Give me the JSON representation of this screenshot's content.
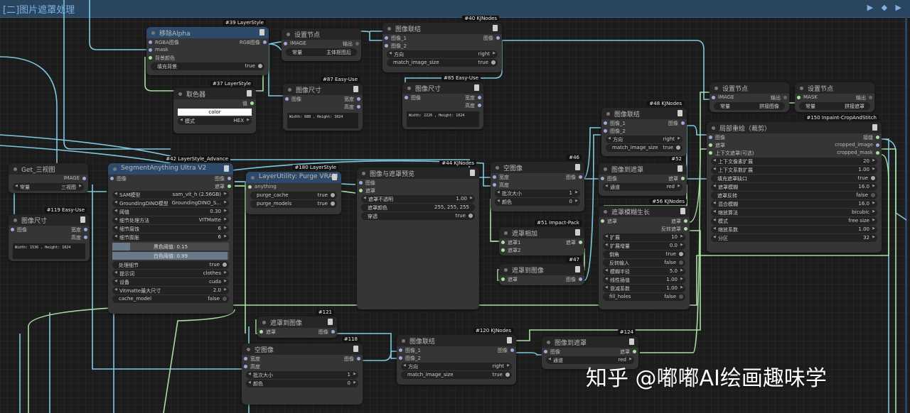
{
  "group": {
    "title": "[二]图片遮罩处理",
    "tools": "▶ ◆ ▶"
  },
  "watermark": "知乎 @嘟嘟AI绘画趣味学",
  "nodes": {
    "remove_alpha": {
      "title": "移除Alpha",
      "badge": "#39 LayerStyle",
      "in_rgba": "RGBA图像",
      "in_mask": "mask",
      "in_bg": "背景颜色",
      "out_rgb": "RGB图像",
      "w_fill": "填充背景",
      "w_fill_v": "true"
    },
    "set_node1": {
      "title": "设置节点",
      "in_image": "IMAGE",
      "out": "输出",
      "w_const": "常量",
      "w_const_v": "主体抠图后"
    },
    "img_concat1": {
      "title": "图像联结",
      "badge": "#40 KJNodes",
      "in1": "图像_1",
      "in2": "图像_2",
      "out": "图像",
      "w_dir": "方向",
      "w_dir_v": "right",
      "w_match": "match_image_size",
      "w_match_v": "true"
    },
    "img_size1": {
      "title": "图像尺寸",
      "badge": "#87 Easy-Use",
      "in": "图像",
      "out_w": "宽度",
      "out_h": "高度",
      "text": "Width: 688 , Height: 1024"
    },
    "img_size2": {
      "title": "图像尺寸",
      "badge": "#85 Easy-Use",
      "in": "图像",
      "out_w": "宽度",
      "out_h": "高度",
      "text": "Width: 2226 , Height: 1024"
    },
    "color_picker": {
      "title": "取色器",
      "badge": "#37 LayerStyle",
      "out": "值",
      "color": "color",
      "w_mode": "模式",
      "w_mode_v": "HEX"
    },
    "set_node2": {
      "title": "设置节点",
      "in_image": "IMAGE",
      "out": "输出",
      "w_const": "常量",
      "w_const_v": "拼接图像"
    },
    "set_node3": {
      "title": "设置节点",
      "in_mask": "MASK",
      "out": "输出",
      "w_const": "常量",
      "w_const_v": "拼接遮罩"
    },
    "get_three": {
      "title": "Get_三视图",
      "out": "IMAGE",
      "w_const": "常量",
      "w_const_v": "三视图"
    },
    "img_size3": {
      "title": "图像尺寸",
      "badge": "#119 Easy-Use",
      "in": "图像",
      "out_w": "宽度",
      "out_h": "高度",
      "text": "Width: 1536 , Height: 1024"
    },
    "sam": {
      "title": "SegmentAnything Ultra V2",
      "badge": "#42 LayerStyle_Advance",
      "in": "图像",
      "out_img": "图像",
      "out_mask": "遮罩",
      "widgets": [
        [
          "SAM模型",
          "sam_vit_h (2.56GB)"
        ],
        [
          "GroundingDINO模型",
          "GroundingDINO_S..."
        ],
        [
          "阈值",
          "0.30"
        ],
        [
          "细节处理方法",
          "VITMatte"
        ],
        [
          "细节腐蚀",
          "6"
        ],
        [
          "细节膨胀",
          "6"
        ]
      ],
      "black": "黑色阈值: 0.15",
      "white": "白色阈值: 0.99",
      "widgets2": [
        [
          "处理细节",
          "true"
        ],
        [
          "提示词",
          "clothes"
        ],
        [
          "设备",
          "cuda"
        ],
        [
          "Vitmatte最大尺寸",
          "2.0"
        ],
        [
          "cache_model",
          "false"
        ]
      ]
    },
    "purge": {
      "title": "LayerUtility: Purge VRAM",
      "badge": "#180 LayerStyle",
      "in": "anything",
      "w1": "purge_cache",
      "w1_v": "true",
      "w2": "purge_models",
      "w2_v": "true"
    },
    "img_mask_preview": {
      "title": "图像与遮罩预览",
      "badge": "#44 KJNodes",
      "in_img": "图像",
      "in_mask": "遮罩",
      "w1": "遮罩不透明",
      "w1_v": "1.00",
      "w2": "遮罩颜色",
      "w2_v": "255, 255, 255",
      "w3": "穿透",
      "w3_v": "true"
    },
    "empty_img1": {
      "title": "空图像",
      "badge": "#46",
      "in_w": "宽度",
      "in_h": "高度",
      "out": "图像",
      "w1": "批次大小",
      "w1_v": "1",
      "w2": "颜色",
      "w2_v": "0"
    },
    "img_concat2": {
      "title": "图像联结",
      "badge": "#48 KJNodes",
      "in1": "图像_1",
      "in2": "图像_2",
      "out": "图像",
      "w_dir": "方向",
      "w_dir_v": "right",
      "w_match": "match_image_size",
      "w_match_v": "true"
    },
    "img_to_mask1": {
      "title": "图像到遮罩",
      "badge": "#52",
      "in": "图像",
      "out": "遮罩",
      "w1": "通道",
      "w1_v": "red"
    },
    "mask_add": {
      "title": "遮罩相加",
      "badge": "#51 Impact-Pack",
      "in1": "遮罩1",
      "in2": "遮罩2",
      "out": "遮罩"
    },
    "mask_to_img1": {
      "title": "遮罩到图像",
      "badge": "#47",
      "in": "遮罩",
      "out": "图像"
    },
    "mask_blur": {
      "title": "遮罩模糊生长",
      "badge": "#56 KJNodes",
      "in": "遮罩",
      "out1": "遮罩",
      "out2": "反转遮罩",
      "widgets": [
        [
          "扩展",
          "10"
        ],
        [
          "扩展增量",
          "0.0"
        ],
        [
          "倒角",
          "true"
        ],
        [
          "反转输入",
          "false"
        ],
        [
          "模糊半径",
          "5.0"
        ],
        [
          "线性插值",
          "1.00"
        ],
        [
          "衰减系数",
          "1.00"
        ],
        [
          "fill_holes",
          "false"
        ]
      ]
    },
    "inpaint": {
      "title": "局部重绘（裁剪）",
      "badge": "#150 Inpaint-CropAndStitch",
      "in_img": "图像",
      "in_mask": "遮罩",
      "in_ctx": "上下文遮罩(可选)",
      "out1": "接缝",
      "out2": "cropped_image",
      "out3": "cropped_mask",
      "widgets": [
        [
          "上下文像素扩展",
          "20"
        ],
        [
          "上下文系数扩展",
          "1.00"
        ],
        [
          "填充遮罩缺口",
          "true"
        ],
        [
          "遮罩模糊",
          "16.0"
        ],
        [
          "遮罩反转",
          "false"
        ],
        [
          "混合模糊",
          "16.0"
        ],
        [
          "缩放算法",
          "bicubic"
        ],
        [
          "模式",
          "free size"
        ],
        [
          "缩放系数",
          "1.00"
        ],
        [
          "分区",
          "32"
        ]
      ]
    },
    "mask_to_img2": {
      "title": "遮罩到图像",
      "badge": "#121",
      "in": "遮罩",
      "out": "图像"
    },
    "empty_img2": {
      "title": "空图像",
      "badge": "#118",
      "in_w": "宽度",
      "in_h": "高度",
      "out": "图像",
      "w1": "批次大小",
      "w1_v": "1",
      "w2": "颜色",
      "w2_v": "0"
    },
    "img_concat3": {
      "title": "图像联结",
      "badge": "#120 KJNodes",
      "in1": "图像_1",
      "in2": "图像_2",
      "out": "图像",
      "w_dir": "方向",
      "w_dir_v": "right",
      "w_match": "match_image_size",
      "w_match_v": "true"
    },
    "img_to_mask2": {
      "title": "图像到遮罩",
      "badge": "#124",
      "in": "图像",
      "out": "遮罩",
      "w1": "通道",
      "w1_v": "red"
    }
  }
}
